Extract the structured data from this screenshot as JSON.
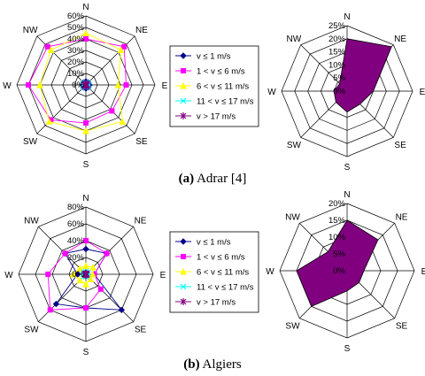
{
  "figure": {
    "captions": [
      {
        "label": "(a)",
        "text": "Adrar [4]"
      },
      {
        "label": "(b)",
        "text": "Algiers"
      }
    ]
  },
  "colors": {
    "grid": "#000000",
    "rose_fill": "#800080",
    "series": [
      "#00008B",
      "#FF00FF",
      "#FFFF00",
      "#00FFFF",
      "#800080"
    ]
  },
  "chart_data": [
    {
      "type": "radar",
      "panel": "a",
      "title": "",
      "directions": [
        "N",
        "NE",
        "E",
        "SE",
        "S",
        "SW",
        "W",
        "NW"
      ],
      "tick_labels": [
        "0%",
        "10%",
        "20%",
        "30%",
        "40%",
        "50%",
        "60%"
      ],
      "range": [
        0,
        60
      ],
      "legend": "right",
      "series": [
        {
          "name": "v ≤ 1 m/s",
          "marker": "diamond",
          "values": [
            3,
            3,
            3,
            3,
            3,
            3,
            3,
            3
          ]
        },
        {
          "name": "1 < v ≤ 6 m/s",
          "marker": "square",
          "values": [
            40,
            47,
            35,
            32,
            33,
            43,
            50,
            47
          ]
        },
        {
          "name": "6 < v ≤ 11 m/s",
          "marker": "triangle",
          "values": [
            45,
            43,
            28,
            45,
            40,
            45,
            40,
            43
          ]
        },
        {
          "name": "11 < v ≤ 17 m/s",
          "marker": "x",
          "values": [
            2,
            2,
            2,
            2,
            2,
            2,
            2,
            2
          ]
        },
        {
          "name": "v > 17 m/s",
          "marker": "star",
          "values": [
            1,
            1,
            1,
            1,
            1,
            1,
            1,
            1
          ]
        }
      ]
    },
    {
      "type": "radar",
      "panel": "a",
      "title": "",
      "directions": [
        "N",
        "NE",
        "E",
        "SE",
        "S",
        "SW",
        "W",
        "NW"
      ],
      "tick_labels": [
        "0%",
        "5%",
        "10%",
        "15%",
        "20%",
        "25%"
      ],
      "range": [
        0,
        25
      ],
      "filled": true,
      "series": [
        {
          "name": "",
          "values": [
            20,
            24,
            10,
            7,
            8,
            6,
            5,
            4
          ]
        }
      ]
    },
    {
      "type": "radar",
      "panel": "b",
      "title": "",
      "directions": [
        "N",
        "NE",
        "E",
        "SE",
        "S",
        "SW",
        "W",
        "NW"
      ],
      "tick_labels": [
        "0%",
        "20%",
        "40%",
        "60%",
        "80%"
      ],
      "range": [
        0,
        80
      ],
      "legend": "right",
      "series": [
        {
          "name": "v ≤ 1 m/s",
          "marker": "diamond",
          "values": [
            30,
            35,
            10,
            60,
            40,
            50,
            10,
            35
          ]
        },
        {
          "name": "1 < v ≤ 6 m/s",
          "marker": "square",
          "values": [
            40,
            35,
            10,
            25,
            40,
            60,
            45,
            35
          ]
        },
        {
          "name": "6 < v ≤ 11 m/s",
          "marker": "triangle",
          "values": [
            10,
            12,
            8,
            8,
            12,
            10,
            15,
            10
          ]
        },
        {
          "name": "11 < v ≤ 17 m/s",
          "marker": "x",
          "values": [
            3,
            3,
            2,
            2,
            3,
            3,
            3,
            3
          ]
        },
        {
          "name": "v > 17 m/s",
          "marker": "star",
          "values": [
            1,
            1,
            1,
            1,
            1,
            1,
            1,
            1
          ]
        }
      ]
    },
    {
      "type": "radar",
      "panel": "b",
      "title": "",
      "directions": [
        "N",
        "NE",
        "E",
        "SE",
        "S",
        "SW",
        "W",
        "NW"
      ],
      "tick_labels": [
        "0%",
        "5%",
        "10%",
        "15%",
        "20%"
      ],
      "range": [
        0,
        20
      ],
      "filled": true,
      "series": [
        {
          "name": "",
          "values": [
            15,
            13,
            5,
            5,
            6,
            15,
            15,
            8
          ]
        }
      ]
    }
  ]
}
